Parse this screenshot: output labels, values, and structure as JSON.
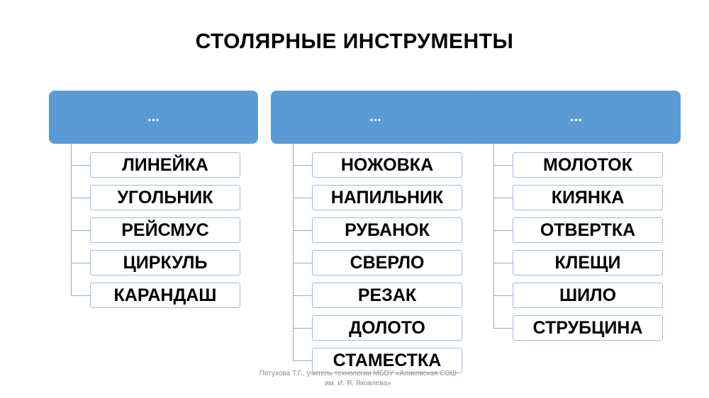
{
  "title": "СТОЛЯРНЫЕ ИНСТРУМЕНТЫ",
  "groups": [
    {
      "header": "...",
      "items": [
        "ЛИНЕЙКА",
        "УГОЛЬНИК",
        "РЕЙСМУС",
        "ЦИРКУЛЬ",
        "КАРАНДАШ"
      ]
    },
    {
      "header": "...",
      "items": [
        "НОЖОВКА",
        "НАПИЛЬНИК",
        "РУБАНОК",
        "СВЕРЛО",
        "РЕЗАК",
        "ДОЛОТО",
        "СТАМЕСТКА"
      ]
    },
    {
      "header": "...",
      "items": [
        "МОЛОТОК",
        "КИЯНКА",
        "ОТВЕРТКА",
        "КЛЕЩИ",
        "ШИЛО",
        "СТРУБЦИНА"
      ]
    }
  ],
  "footer": {
    "line1": "Петухова Т.Г., учитель технологии  МБОУ «Аликовская СОШ",
    "line2": "им. И. Я. Яковлева»"
  },
  "colors": {
    "header_fill": "#5b9bd5",
    "item_border": "#9fbbe0",
    "connector": "#9aa8b8"
  }
}
